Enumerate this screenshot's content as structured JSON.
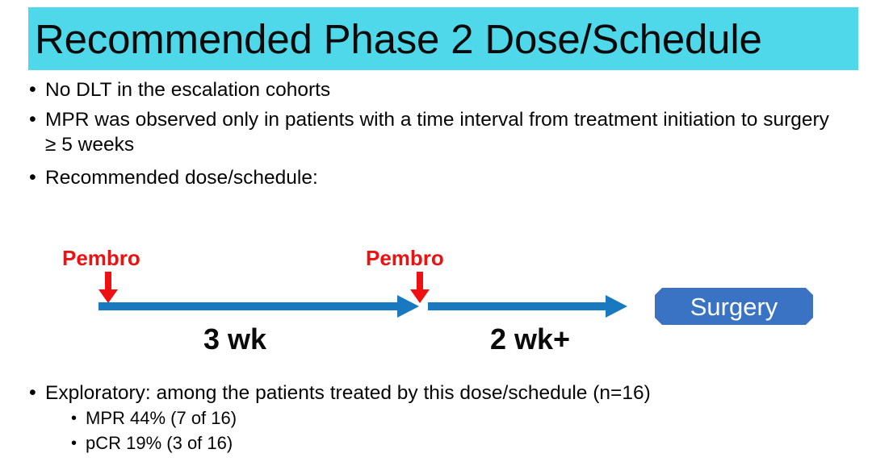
{
  "slide": {
    "title": "Recommended Phase 2 Dose/Schedule",
    "title_bar_color": "#4ed8e9"
  },
  "bullets_top": [
    {
      "marker": "•",
      "text": "No DLT in the escalation cohorts"
    },
    {
      "marker": "•",
      "text": "MPR was observed only in patients with a time interval from treatment initiation to surgery ≥ 5 weeks"
    },
    {
      "marker": "•",
      "text": "Recommended dose/schedule:"
    }
  ],
  "diagram": {
    "drug_label_1": "Pembro",
    "drug_label_2": "Pembro",
    "interval_1": "3 wk",
    "interval_2": "2 wk+",
    "endpoint_label": "Surgery",
    "drug_label_color": "#ee1111",
    "timeline_arrow_color": "#1878c0",
    "endpoint_box_color": "#3a72c4",
    "down_arrow_icon": "red-down-arrow-icon",
    "timeline_icon": "blue-right-arrow-icon"
  },
  "bullets_bottom": {
    "main": {
      "marker": "•",
      "text": "Exploratory: among the patients treated by this dose/schedule (n=16)"
    },
    "sub": [
      {
        "marker": "•",
        "text": "MPR 44%  (7 of 16)"
      },
      {
        "marker": "•",
        "text": "pCR  19%  (3 of 16)"
      }
    ]
  }
}
